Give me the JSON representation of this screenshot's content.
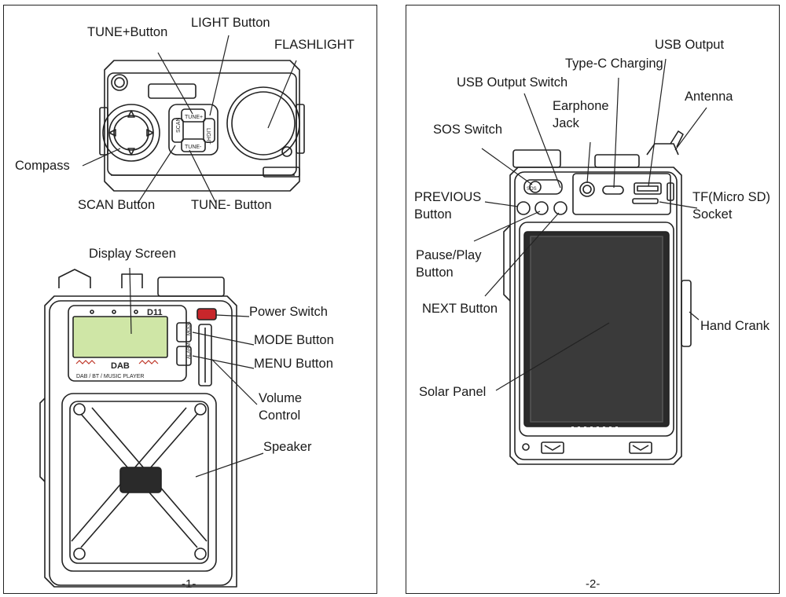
{
  "panel1": {
    "labels": {
      "tune_plus": "TUNE+Button",
      "light": "LIGHT Button",
      "flashlight": "FLASHLIGHT",
      "compass": "Compass",
      "scan": "SCAN Button",
      "tune_minus": "TUNE- Button",
      "display": "Display Screen",
      "power": "Power Switch",
      "mode": "MODE Button",
      "menu": "MENU Button",
      "volume_line1": "Volume",
      "volume_line2": "Control",
      "speaker": "Speaker"
    },
    "device_text": {
      "scan_key": "SCAN",
      "tune_plus_key": "TUNE+",
      "tune_minus_key": "TUNE-",
      "light_key": "LIGHT",
      "model": "D11",
      "brand": "DAB",
      "subtitle": "DAB / BT / MUSIC PLAYER",
      "mode_key": "MODE",
      "alarm_key": "ALARM"
    },
    "page_number": "-1-"
  },
  "panel2": {
    "labels": {
      "usb_output": "USB Output",
      "type_c": "Type-C Charging",
      "usb_switch": "USB Output Switch",
      "antenna": "Antenna",
      "earphone_line1": "Earphone",
      "earphone_line2": "Jack",
      "sos": "SOS Switch",
      "previous_line1": "PREVIOUS",
      "previous_line2": "Button",
      "tf_line1": "TF(Micro SD)",
      "tf_line2": "Socket",
      "pause_line1": "Pause/Play",
      "pause_line2": "Button",
      "next": "NEXT Button",
      "hand_crank": "Hand Crank",
      "solar": "Solar Panel"
    },
    "device_text": {
      "sos_key": "SOS"
    },
    "page_number": "-2-"
  },
  "colors": {
    "line": "#222222",
    "lcd": "#cfe6a6",
    "power_red": "#c8262b",
    "solar_dark": "#2a2a2a",
    "wave_red": "#c0392b"
  }
}
